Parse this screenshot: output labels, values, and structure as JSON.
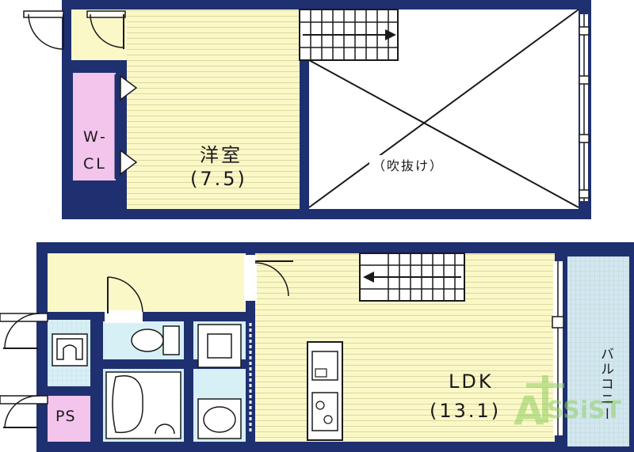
{
  "floor_upper": {
    "bedroom": {
      "name": "洋室",
      "size": "(7.5)"
    },
    "closet": {
      "line1": "W-",
      "line2": "CL"
    },
    "void": {
      "name": "（吹抜け）"
    }
  },
  "floor_lower": {
    "ldk": {
      "name": "LDK",
      "size": "(13.1)"
    },
    "ps": {
      "name": "PS"
    },
    "balcony": {
      "name": "バルコニー"
    }
  },
  "colors": {
    "wall": "#1f3070",
    "floor_wood": "#fbf8c8",
    "wood_line": "#d8d49a",
    "wet_area": "#d6f0f6",
    "closet": "#f3c4ec",
    "balcony": "#cfe4ea",
    "watermark": "#8fd060"
  }
}
